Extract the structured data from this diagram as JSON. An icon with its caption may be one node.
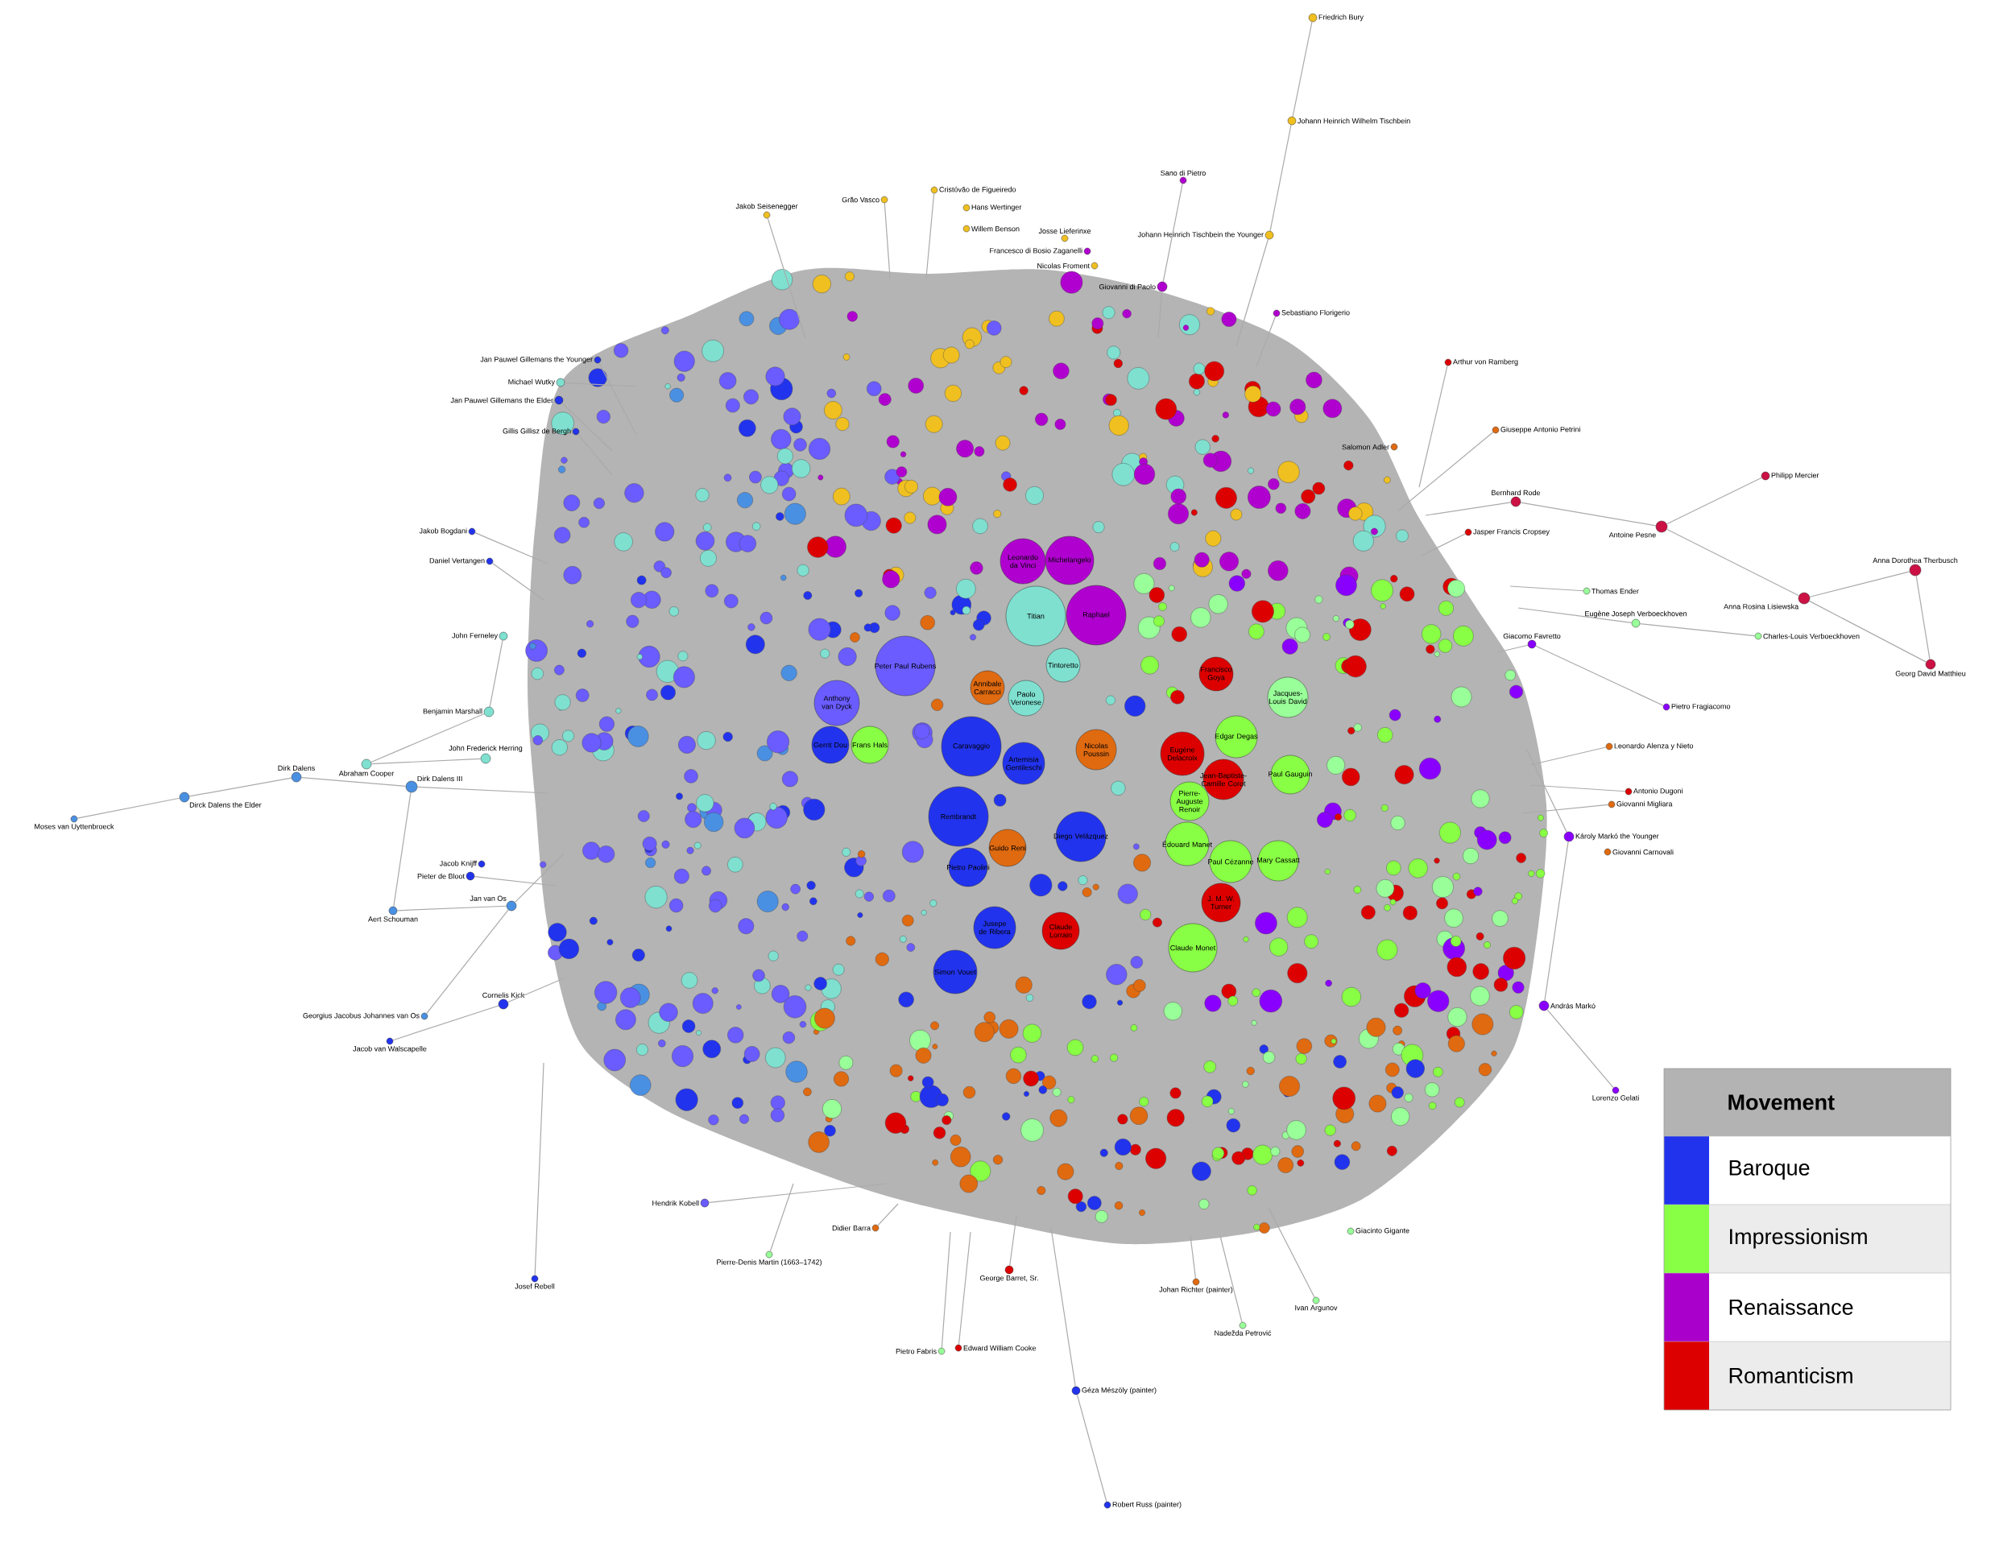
{
  "diagram": {
    "nodes": [
      {
        "text": [
          "Friedrich Bury"
        ]
      },
      {
        "text": [
          "Johann Heinrich Wilhelm Tischbein"
        ]
      },
      {
        "text": [
          "Johann Heinrich Tischbein the Younger"
        ]
      },
      {
        "text": [
          "Sano di Pietro"
        ]
      },
      {
        "text": [
          "Giovanni di Paolo"
        ]
      },
      {
        "text": [
          "Jakob Seisenegger"
        ]
      },
      {
        "text": [
          "Cristóvão de Figueiredo"
        ]
      },
      {
        "text": [
          "Grão Vasco"
        ]
      },
      {
        "text": [
          "Hans Wertinger"
        ]
      },
      {
        "text": [
          "Willem Benson"
        ]
      },
      {
        "text": [
          "Josse Lieferinxe"
        ]
      },
      {
        "text": [
          "Francesco di Bosio Zaganelli"
        ]
      },
      {
        "text": [
          "Nicolas Froment"
        ]
      },
      {
        "text": [
          "Sebastiano Florigerio"
        ]
      },
      {
        "text": [
          "Jan Pauwel Gillemans the Younger"
        ]
      },
      {
        "text": [
          "Michael Wutky"
        ]
      },
      {
        "text": [
          "Jan Pauwel Gillemans the Elder"
        ]
      },
      {
        "text": [
          "Gillis Gillisz de Bergh"
        ]
      },
      {
        "text": [
          "Jakob Bogdani"
        ]
      },
      {
        "text": [
          "Daniel Vertangen"
        ]
      },
      {
        "text": [
          "John Ferneley"
        ]
      },
      {
        "text": [
          "Benjamin Marshall"
        ]
      },
      {
        "text": [
          "Abraham Cooper"
        ]
      },
      {
        "text": [
          "John Frederick Herring"
        ]
      },
      {
        "text": [
          "Dirk Dalens"
        ]
      },
      {
        "text": [
          "Dirck Dalens the Elder"
        ]
      },
      {
        "text": [
          "Moses van Uyttenbroeck"
        ]
      },
      {
        "text": [
          "Dirk Dalens III"
        ]
      },
      {
        "text": [
          "Jacob Knijff"
        ]
      },
      {
        "text": [
          "Pieter de Bloot"
        ]
      },
      {
        "text": [
          "Aert Schouman"
        ]
      },
      {
        "text": [
          "Jan van Os"
        ]
      },
      {
        "text": [
          "Cornelis Kick"
        ]
      },
      {
        "text": [
          "Georgius Jacobus Johannes van Os"
        ]
      },
      {
        "text": [
          "Jacob van Walscapelle"
        ]
      },
      {
        "text": [
          "Josef Rebell"
        ]
      },
      {
        "text": [
          "Leonardo da Vinci"
        ]
      },
      {
        "text": [
          "Michelangelo"
        ]
      },
      {
        "text": [
          "Titian"
        ]
      },
      {
        "text": [
          "Raphael"
        ]
      },
      {
        "text": [
          "Peter Paul Rubens"
        ]
      },
      {
        "text": [
          "Anthony van Dyck"
        ]
      },
      {
        "text": [
          "Tintoretto"
        ]
      },
      {
        "text": [
          "Paolo Veronese"
        ]
      },
      {
        "text": [
          "Annibale Carracci"
        ]
      },
      {
        "text": [
          "Caravaggio"
        ]
      },
      {
        "text": [
          "Artemisia Gentileschi"
        ]
      },
      {
        "text": [
          "Frans Hals"
        ]
      },
      {
        "text": [
          "Gerrit Dou"
        ]
      },
      {
        "text": [
          "Nicolas Poussin"
        ]
      },
      {
        "text": [
          "Rembrandt"
        ]
      },
      {
        "text": [
          "Guido Reni"
        ]
      },
      {
        "text": [
          "Pietro Paolini"
        ]
      },
      {
        "text": [
          "Diego Velázquez"
        ]
      },
      {
        "text": [
          "Jusepe de Ribera"
        ]
      },
      {
        "text": [
          "Simon Vouet"
        ]
      },
      {
        "text": [
          "Claude Lorrain"
        ]
      },
      {
        "text": [
          "Eugène Delacroix"
        ]
      },
      {
        "text": [
          "Edgar Degas"
        ]
      },
      {
        "text": [
          "Jean-Baptiste-Camille Corot"
        ]
      },
      {
        "text": [
          "Pierre-Auguste Renoir"
        ]
      },
      {
        "text": [
          "Édouard Manet"
        ]
      },
      {
        "text": [
          "Paul Cézanne"
        ]
      },
      {
        "text": [
          "Mary Cassatt"
        ]
      },
      {
        "text": [
          "Paul Gauguin"
        ]
      },
      {
        "text": [
          "J. M. W. Turner"
        ]
      },
      {
        "text": [
          "Claude Monet"
        ]
      },
      {
        "text": [
          "Jacques-Louis David"
        ]
      },
      {
        "text": [
          "Francisco Goya"
        ]
      },
      {
        "text": [
          "Arthur von Ramberg"
        ]
      },
      {
        "text": [
          "Giuseppe Antonio Petrini"
        ]
      },
      {
        "text": [
          "Salomon Adler"
        ]
      },
      {
        "text": [
          "Bernhard Rode"
        ]
      },
      {
        "text": [
          "Philipp Mercier"
        ]
      },
      {
        "text": [
          "Antoine Pesne"
        ]
      },
      {
        "text": [
          "Anna Dorothea Therbusch"
        ]
      },
      {
        "text": [
          "Anna Rosina Lisiewska"
        ]
      },
      {
        "text": [
          "Georg David Matthieu"
        ]
      },
      {
        "text": [
          "Jasper Francis Cropsey"
        ]
      },
      {
        "text": [
          "Thomas Ender"
        ]
      },
      {
        "text": [
          "Eugène Joseph Verboeckhoven"
        ]
      },
      {
        "text": [
          "Charles-Louis Verboeckhoven"
        ]
      },
      {
        "text": [
          "Giacomo Favretto"
        ]
      },
      {
        "text": [
          "Pietro Fragiacomo"
        ]
      },
      {
        "text": [
          "Leonardo Alenza y Nieto"
        ]
      },
      {
        "text": [
          "Antonio Dugoni"
        ]
      },
      {
        "text": [
          "Giovanni Migliara"
        ]
      },
      {
        "text": [
          "Károly Markó the Younger"
        ]
      },
      {
        "text": [
          "Giovanni Carnovali"
        ]
      },
      {
        "text": [
          "András Markó"
        ]
      },
      {
        "text": [
          "Lorenzo Gelati"
        ]
      },
      {
        "text": [
          "Hendrik Kobell"
        ]
      },
      {
        "text": [
          "Pierre-Denis Martin (1663–1742)"
        ]
      },
      {
        "text": [
          "Didier Barra"
        ]
      },
      {
        "text": [
          "George Barret, Sr."
        ]
      },
      {
        "text": [
          "Pietro Fabris"
        ]
      },
      {
        "text": [
          "Edward William Cooke"
        ]
      },
      {
        "text": [
          "Géza Mészöly (painter)"
        ]
      },
      {
        "text": [
          "Robert Russ (painter)"
        ]
      },
      {
        "text": [
          "Johan Richter (painter)"
        ]
      },
      {
        "text": [
          "Ivan Argunov"
        ]
      },
      {
        "text": [
          "Nadežda Petrović"
        ]
      },
      {
        "text": [
          "Giacinto Gigante"
        ]
      }
    ],
    "edges": [
      {
        "from": 0,
        "to": 1,
        "arrow": "none"
      },
      {
        "from": 1,
        "to": 2,
        "arrow": "none"
      },
      {
        "from": 2,
        "to": null,
        "arrow": "none"
      },
      {
        "from": 3,
        "to": 4,
        "arrow": "none"
      },
      {
        "from": 4,
        "to": null,
        "arrow": "none"
      },
      {
        "from": 5,
        "to": null,
        "arrow": "none"
      },
      {
        "from": 6,
        "to": null,
        "arrow": "none"
      },
      {
        "from": 7,
        "to": null,
        "arrow": "none"
      },
      {
        "from": 13,
        "to": null,
        "arrow": "none"
      },
      {
        "from": 14,
        "to": null,
        "arrow": "none"
      },
      {
        "from": 15,
        "to": null,
        "arrow": "none"
      },
      {
        "from": 16,
        "to": null,
        "arrow": "none"
      },
      {
        "from": 17,
        "to": null,
        "arrow": "none"
      },
      {
        "from": 18,
        "to": null,
        "arrow": "none"
      },
      {
        "from": 19,
        "to": null,
        "arrow": "none"
      },
      {
        "from": 20,
        "to": 21,
        "arrow": "none"
      },
      {
        "from": 22,
        "to": 21,
        "arrow": "none"
      },
      {
        "from": 22,
        "to": 23,
        "arrow": "none"
      },
      {
        "from": 26,
        "to": 25,
        "arrow": "none"
      },
      {
        "from": 25,
        "to": 24,
        "arrow": "none"
      },
      {
        "from": 24,
        "to": 27,
        "arrow": "none"
      },
      {
        "from": 27,
        "to": null,
        "arrow": "none"
      },
      {
        "from": 27,
        "to": 30,
        "arrow": "none"
      },
      {
        "from": 30,
        "to": 31,
        "arrow": "none"
      },
      {
        "from": 31,
        "to": null,
        "arrow": "none"
      },
      {
        "from": 31,
        "to": 33,
        "arrow": "none"
      },
      {
        "from": 34,
        "to": 32,
        "arrow": "none"
      },
      {
        "from": 32,
        "to": null,
        "arrow": "none"
      },
      {
        "from": 29,
        "to": null,
        "arrow": "none"
      },
      {
        "from": 35,
        "to": null,
        "arrow": "none"
      },
      {
        "from": 69,
        "to": null,
        "arrow": "none"
      },
      {
        "from": 70,
        "to": null,
        "arrow": "none"
      },
      {
        "from": 72,
        "to": null,
        "arrow": "none"
      },
      {
        "from": 72,
        "to": 74,
        "arrow": "none"
      },
      {
        "from": 73,
        "to": 74,
        "arrow": "none"
      },
      {
        "from": 74,
        "to": 76,
        "arrow": "none"
      },
      {
        "from": 76,
        "to": 75,
        "arrow": "none"
      },
      {
        "from": 76,
        "to": 77,
        "arrow": "none"
      },
      {
        "from": 75,
        "to": 77,
        "arrow": "none"
      },
      {
        "from": 78,
        "to": null,
        "arrow": "none"
      },
      {
        "from": 79,
        "to": null,
        "arrow": "none"
      },
      {
        "from": 80,
        "to": null,
        "arrow": "none"
      },
      {
        "from": 80,
        "to": 81,
        "arrow": "none"
      },
      {
        "from": 82,
        "to": null,
        "arrow": "none"
      },
      {
        "from": 82,
        "to": 83,
        "arrow": "none"
      },
      {
        "from": 84,
        "to": null,
        "arrow": "none"
      },
      {
        "from": 85,
        "to": null,
        "arrow": "none"
      },
      {
        "from": 86,
        "to": null,
        "arrow": "none"
      },
      {
        "from": 87,
        "to": null,
        "arrow": "none"
      },
      {
        "from": 87,
        "to": 89,
        "arrow": "none"
      },
      {
        "from": 89,
        "to": 90,
        "arrow": "none"
      },
      {
        "from": 91,
        "to": null,
        "arrow": "none"
      },
      {
        "from": 92,
        "to": null,
        "arrow": "none"
      },
      {
        "from": 93,
        "to": null,
        "arrow": "none"
      },
      {
        "from": 94,
        "to": null,
        "arrow": "none"
      },
      {
        "from": 95,
        "to": null,
        "arrow": "none"
      },
      {
        "from": 96,
        "to": null,
        "arrow": "none"
      },
      {
        "from": 97,
        "to": null,
        "arrow": "none"
      },
      {
        "from": 97,
        "to": 98,
        "arrow": "none"
      },
      {
        "from": 99,
        "to": null,
        "arrow": "none"
      },
      {
        "from": 101,
        "to": null,
        "arrow": "none"
      },
      {
        "from": 100,
        "to": null,
        "arrow": "none"
      }
    ],
    "labels": [
      "Movement"
    ],
    "legend": [
      {
        "text": "Baroque",
        "color": "#2233ee"
      },
      {
        "text": "Impressionism",
        "color": "#88ff44"
      },
      {
        "text": "Renaissance",
        "color": "#aa00cc"
      },
      {
        "text": "Romanticism",
        "color": "#dd0000"
      }
    ]
  }
}
